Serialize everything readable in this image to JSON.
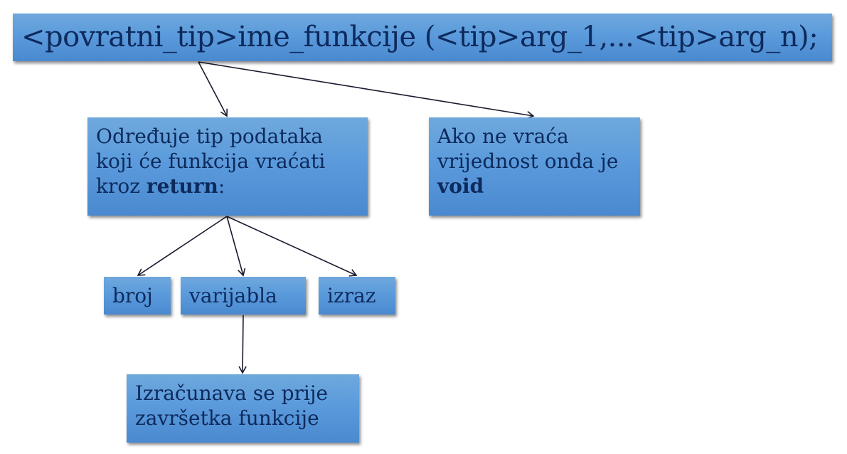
{
  "diagram": {
    "title": "<povratni_tip>ime_funkcije (<tip>arg_1,...<tip>arg_n);",
    "nodes": {
      "return_type": {
        "line1": "Određuje tip podataka",
        "line2": "koji će funkcija vraćati",
        "line3_prefix": "kroz ",
        "line3_bold": "return",
        "line3_suffix": ":"
      },
      "void_note": {
        "line1": "Ako ne vraća",
        "line2": "vrijednost onda je",
        "line3_bold": "void"
      },
      "broj": "broj",
      "varijabla": "varijabla",
      "izraz": "izraz",
      "evaluation_note": {
        "line1": "Izračunava se prije",
        "line2": "završetka funkcije"
      }
    },
    "edges": [
      {
        "from": "title",
        "to": "return_type"
      },
      {
        "from": "title",
        "to": "void_note"
      },
      {
        "from": "return_type",
        "to": "broj"
      },
      {
        "from": "return_type",
        "to": "varijabla"
      },
      {
        "from": "return_type",
        "to": "izraz"
      },
      {
        "from": "varijabla",
        "to": "evaluation_note"
      }
    ],
    "colors": {
      "box_top": "#6fa8dc",
      "box_bottom": "#4a89cf",
      "text": "#0d2a5c",
      "arrow": "#1a1a2e"
    }
  }
}
